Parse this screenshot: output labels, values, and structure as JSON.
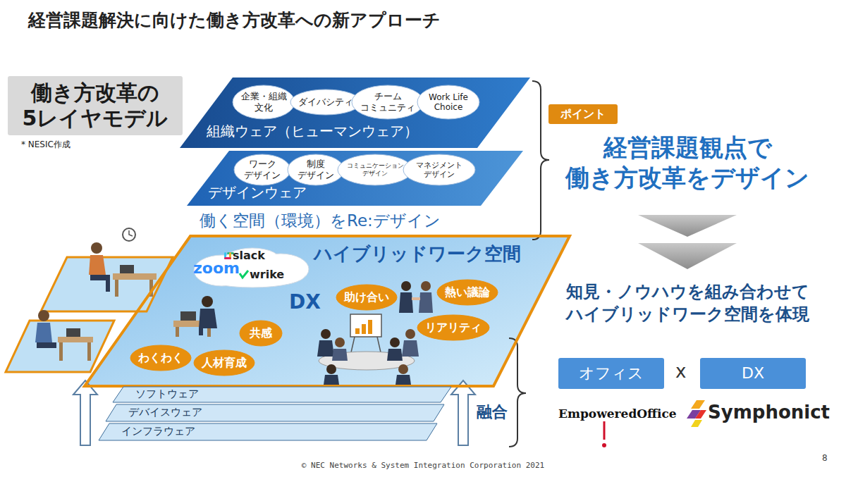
{
  "diagram": {
    "title": "経営課題解決に向けた働き方改革への新アプローチ",
    "nodes": [
      {
        "text": [
          "働き方改革の 5レイヤモデル"
        ]
      },
      {
        "text": [
          "組織ウェア（ヒューマンウェア）"
        ]
      },
      {
        "text": [
          "企業・組織 文化"
        ],
        "in": 1
      },
      {
        "text": [
          "ダイバシティ"
        ],
        "in": 1
      },
      {
        "text": [
          "チーム コミュニティ"
        ],
        "in": 1
      },
      {
        "text": [
          "Work Life Choice"
        ],
        "in": 1
      },
      {
        "text": [
          "デザインウェア"
        ]
      },
      {
        "text": [
          "ワーク デザイン"
        ],
        "in": 6
      },
      {
        "text": [
          "制度 デザイン"
        ],
        "in": 6
      },
      {
        "text": [
          "コミュニケーション デザイン"
        ],
        "in": 6
      },
      {
        "text": [
          "マネジメント デザイン"
        ],
        "in": 6
      },
      {
        "text": [
          "ハイブリッドワーク空間"
        ]
      },
      {
        "text": [
          "zoom",
          "slack",
          "wrike"
        ],
        "in": 11
      },
      {
        "text": [
          "助け合い"
        ],
        "in": 11
      },
      {
        "text": [
          "熱い議論"
        ],
        "in": 11
      },
      {
        "text": [
          "リアリティ"
        ],
        "in": 11
      },
      {
        "text": [
          "共感"
        ],
        "in": 11
      },
      {
        "text": [
          "わくわく"
        ],
        "in": 11
      },
      {
        "text": [
          "人材育成"
        ],
        "in": 11
      },
      {
        "text": [
          "ソフトウェア"
        ]
      },
      {
        "text": [
          "デバイスウェア"
        ]
      },
      {
        "text": [
          "インフラウェア"
        ]
      },
      {
        "text": [
          "ポイント"
        ]
      },
      {
        "text": [
          "オフィス"
        ]
      },
      {
        "text": [
          "DX"
        ]
      }
    ],
    "labels": [
      "* NESIC作成",
      "働く空間（環境）をRe:デザイン",
      "DX",
      "融合",
      "経営課題観点で 働き方改革をデザイン",
      "知見・ノウハウを組み合わせて ハイブリッドワーク空間を体現",
      "x",
      "EmpoweredOffice",
      "Symphonict",
      "© NEC Networks & System Integration Corporation 2021",
      "8"
    ]
  }
}
